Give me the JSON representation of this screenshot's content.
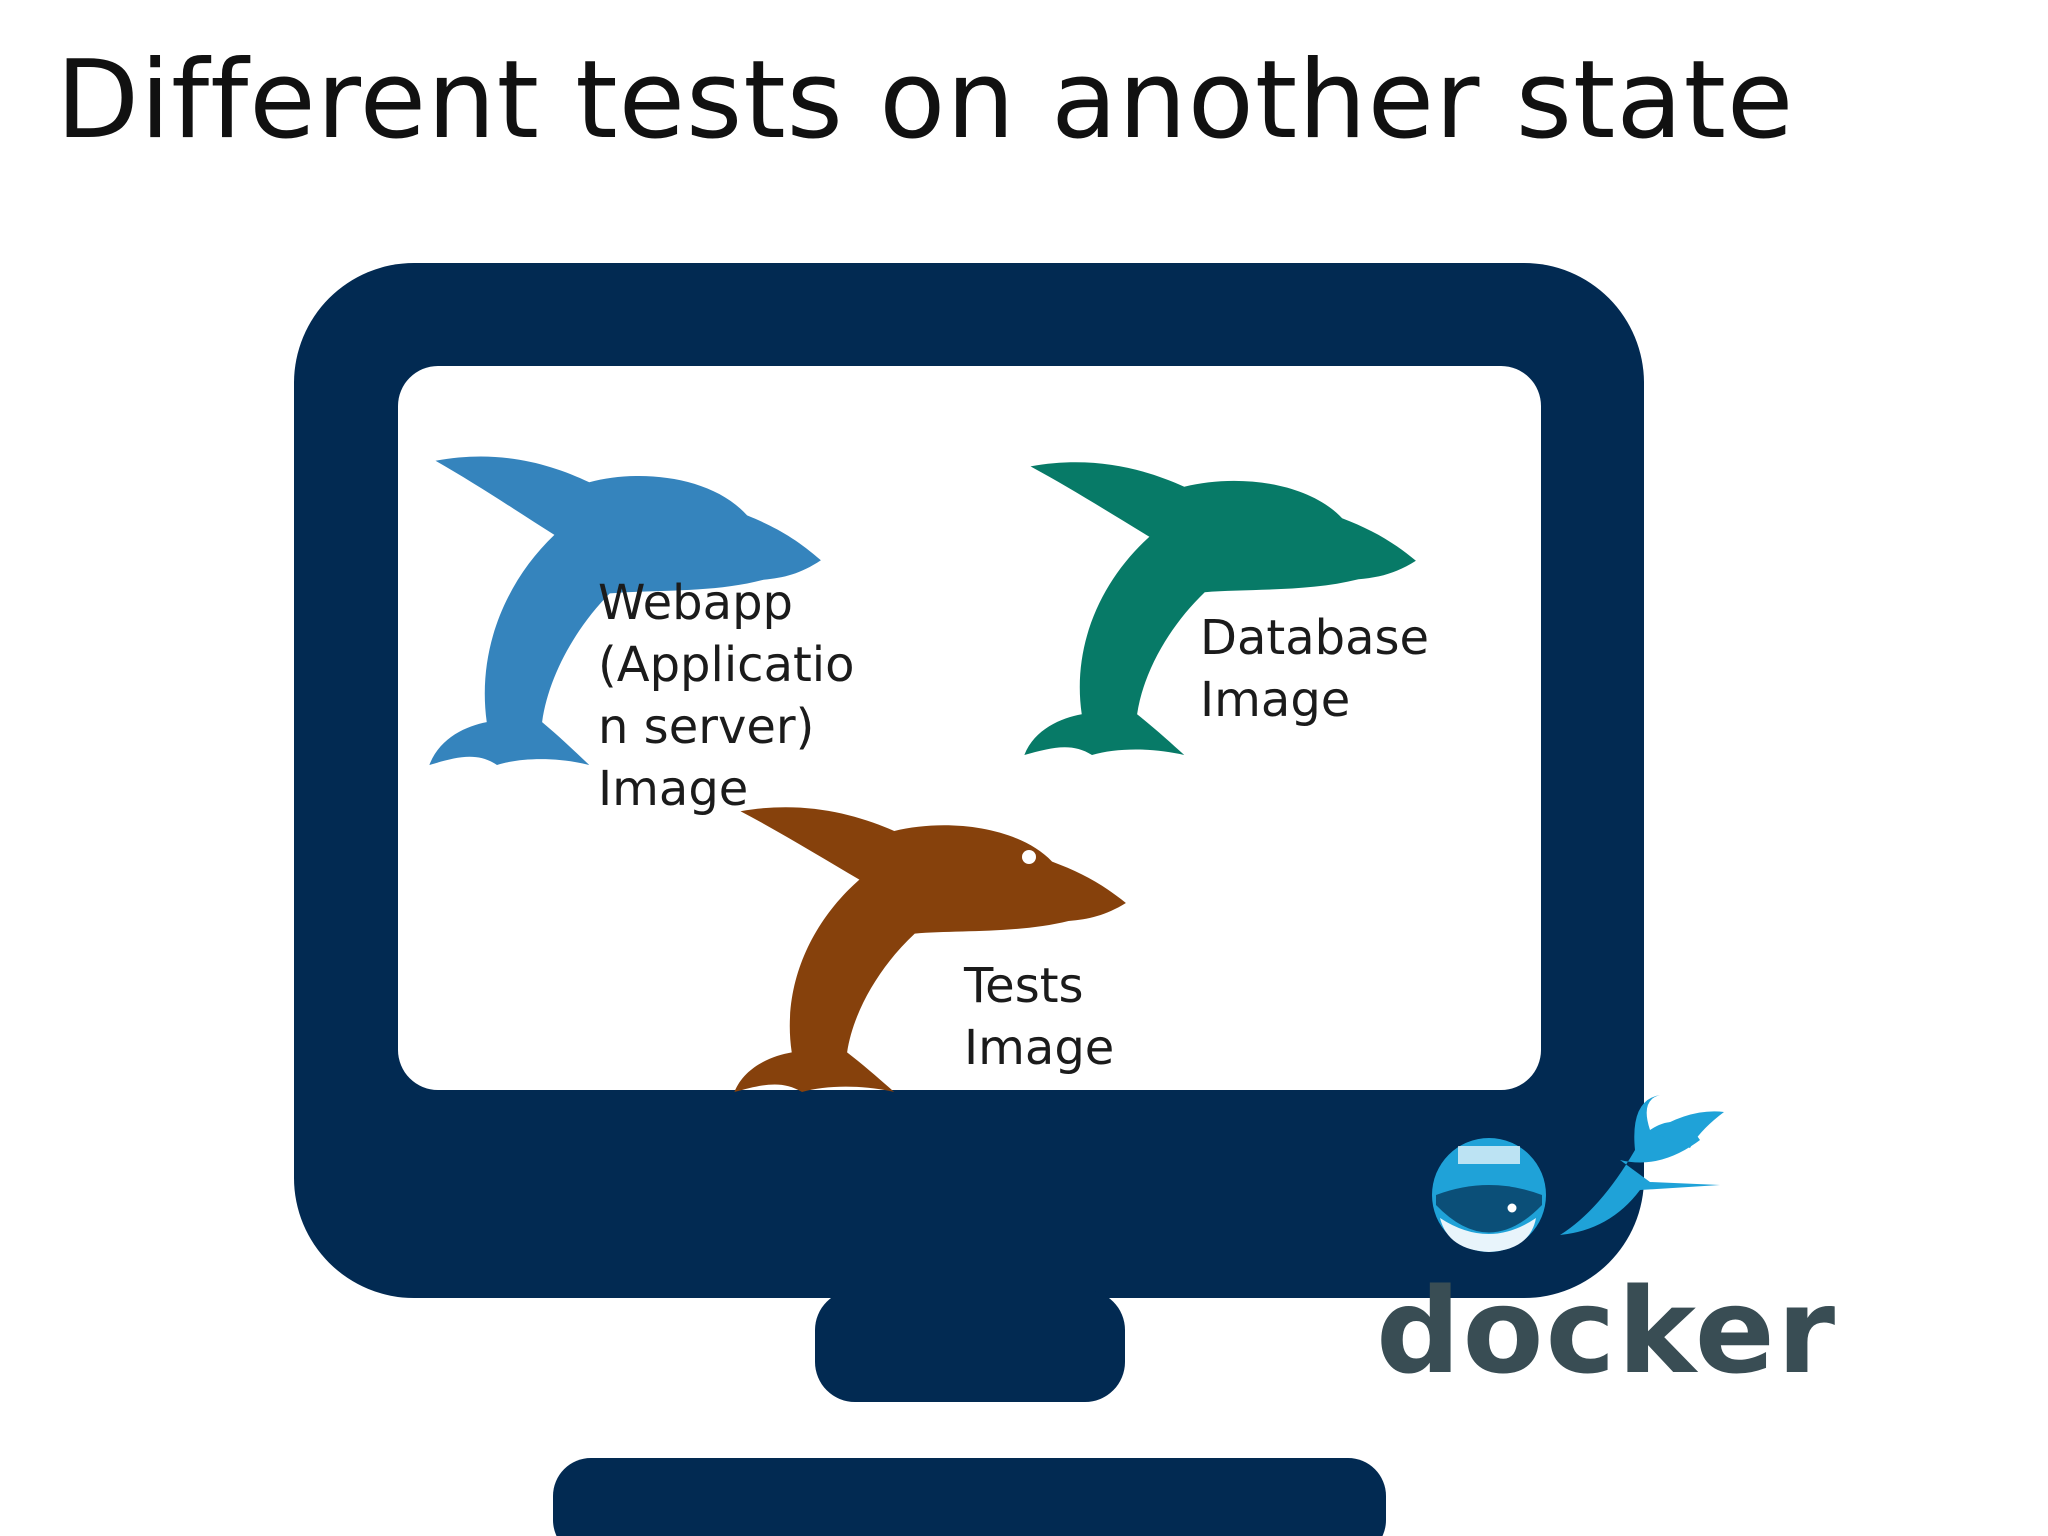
{
  "slide": {
    "title": "Different tests on another state"
  },
  "containers": [
    {
      "id": "webapp",
      "label": "Webapp\n(Applicatio\nn server)\nImage",
      "color": "#3584bd",
      "icon": "dolphin-icon"
    },
    {
      "id": "database",
      "label": "Database\nImage",
      "color": "#077a67",
      "icon": "dolphin-icon"
    },
    {
      "id": "tests",
      "label": "Tests\nImage",
      "color": "#86410c",
      "icon": "dolphin-icon"
    }
  ],
  "logo": {
    "text": "docker",
    "text_color": "#394d54",
    "accent": "#1fa2d8",
    "icon": "docker-whale-icon"
  },
  "colors": {
    "monitor": "#022a52",
    "screen": "#ffffff"
  }
}
